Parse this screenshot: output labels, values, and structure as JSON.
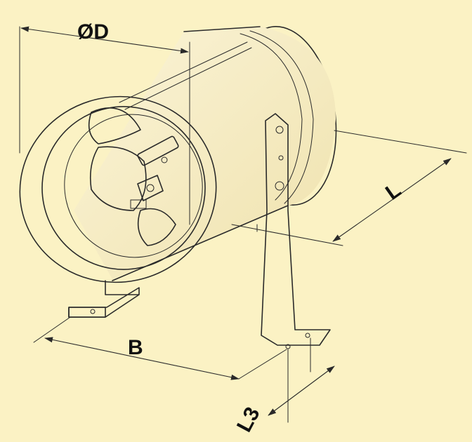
{
  "labels": {
    "diameter": "ØD",
    "length": "L",
    "base_spacing": "B",
    "foot_offset": "L3"
  },
  "colors": {
    "background": "#fbf2c4",
    "body": "#f7eec8",
    "line": "#2a2a2a"
  }
}
